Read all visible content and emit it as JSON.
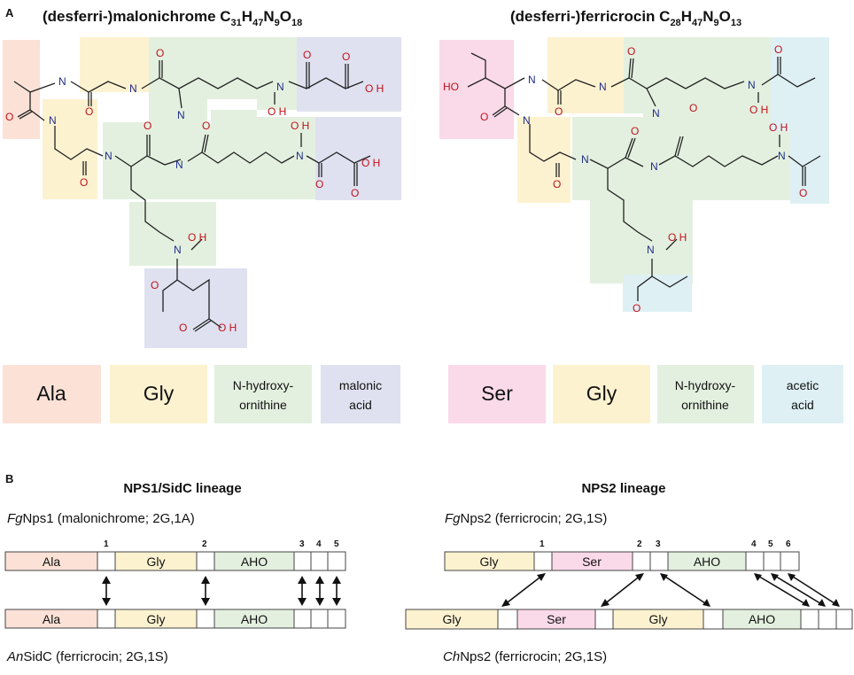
{
  "panels": {
    "a_label": "A",
    "b_label": "B"
  },
  "titles": {
    "malonichrome": {
      "name": "(desferri-)malonichrome C",
      "c": "31",
      "h_pre": "H",
      "h": "47",
      "n_pre": "N",
      "n": "9",
      "o_pre": "O",
      "o": "18"
    },
    "ferricrocin": {
      "name": "(desferri-)ferricrocin C",
      "c": "28",
      "h_pre": "H",
      "h": "47",
      "n_pre": "N",
      "n": "9",
      "o_pre": "O",
      "o": "13"
    }
  },
  "atoms": {
    "n": "N",
    "o": "O",
    "oh": "O H",
    "ho": "HO",
    "h": "H"
  },
  "legend_left": [
    {
      "label": "Ala",
      "color": "#fbe1d6"
    },
    {
      "label": "Gly",
      "color": "#fdf2d0"
    },
    {
      "label_1": "N-hydroxy-",
      "label_2": "ornithine",
      "color": "#e3f0df"
    },
    {
      "label_1": "malonic",
      "label_2": "acid",
      "color": "#dfe1f0"
    }
  ],
  "legend_right": [
    {
      "label": "Ser",
      "color": "#fad9e8"
    },
    {
      "label": "Gly",
      "color": "#fdf2d0"
    },
    {
      "label_1": "N-hydroxy-",
      "label_2": "ornithine",
      "color": "#e3f0df"
    },
    {
      "label_1": "acetic",
      "label_2": "acid",
      "color": "#def0f4"
    }
  ],
  "lineages": {
    "left_title": "NPS1/SidC lineage",
    "right_title": "NPS2 lineage",
    "fgnps1": {
      "italic": "Fg",
      "rest": "Nps1 (malonichrome; 2G,1A)"
    },
    "ansidc": {
      "italic": "An",
      "rest": "SidC (ferricrocin; 2G,1S)"
    },
    "fgnps2": {
      "italic": "Fg",
      "rest": "Nps2 (ferricrocin; 2G,1S)"
    },
    "chnps2": {
      "italic": "Ch",
      "rest": "Nps2 (ferricrocin; 2G,1S)"
    }
  },
  "domains": {
    "ala": "Ala",
    "gly": "Gly",
    "aho": "AHO",
    "ser": "Ser"
  },
  "markers_left": [
    "1",
    "2",
    "3",
    "4",
    "5"
  ],
  "markers_right": [
    "1",
    "2",
    "3",
    "4",
    "5",
    "6"
  ],
  "colors": {
    "ala": "#fbe1d6",
    "gly": "#fdf2d0",
    "orn": "#e3f0df",
    "mal": "#dfe1f0",
    "ser": "#fad9e8",
    "ace": "#def0f4",
    "nitrogen": "#1f2d8a",
    "oxygen": "#c0121c"
  }
}
